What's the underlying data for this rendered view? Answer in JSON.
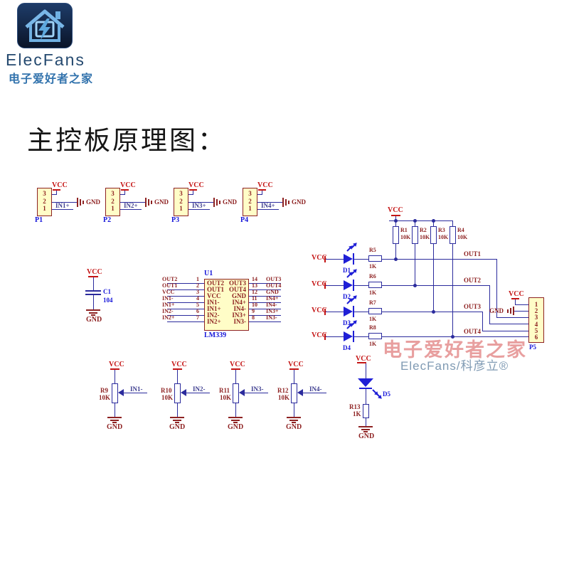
{
  "logo": {
    "brand": "ElecFans",
    "tagline": "电子爱好者之家"
  },
  "title": "主控板原理图：",
  "labels": {
    "vcc": "VCC",
    "gnd": "GND"
  },
  "connectors": {
    "pins": [
      "3",
      "2",
      "1"
    ],
    "items": [
      {
        "ref": "P1",
        "signal": "IN1+"
      },
      {
        "ref": "P2",
        "signal": "IN2+"
      },
      {
        "ref": "P3",
        "signal": "IN3+"
      },
      {
        "ref": "P4",
        "signal": "IN4+"
      }
    ]
  },
  "cap": {
    "ref": "C1",
    "value": "104"
  },
  "ic": {
    "ref": "U1",
    "part": "LM339",
    "left": [
      {
        "num": "1",
        "label": "OUT2"
      },
      {
        "num": "2",
        "label": "OUT1"
      },
      {
        "num": "3",
        "label": "VCC"
      },
      {
        "num": "4",
        "label": "IN1-"
      },
      {
        "num": "5",
        "label": "IN1+"
      },
      {
        "num": "6",
        "label": "IN2-"
      },
      {
        "num": "7",
        "label": "IN2+"
      }
    ],
    "right": [
      {
        "num": "14",
        "label": "OUT3"
      },
      {
        "num": "13",
        "label": "OUT4"
      },
      {
        "num": "12",
        "label": "GND"
      },
      {
        "num": "11",
        "label": "IN4+"
      },
      {
        "num": "10",
        "label": "IN4-"
      },
      {
        "num": "9",
        "label": "IN3+"
      },
      {
        "num": "8",
        "label": "IN3-"
      }
    ]
  },
  "pullups": [
    {
      "ref": "R1",
      "value": "10K"
    },
    {
      "ref": "R2",
      "value": "10K"
    },
    {
      "ref": "R3",
      "value": "10K"
    },
    {
      "ref": "R4",
      "value": "10K"
    }
  ],
  "led_rows": [
    {
      "led": "D1",
      "res": "R5",
      "val": "1K",
      "out": "OUT1"
    },
    {
      "led": "D2",
      "res": "R6",
      "val": "1K",
      "out": "OUT2"
    },
    {
      "led": "D3",
      "res": "R7",
      "val": "1K",
      "out": "OUT3"
    },
    {
      "led": "D4",
      "res": "R8",
      "val": "1K",
      "out": "OUT4"
    }
  ],
  "p5": {
    "ref": "P5",
    "pins": [
      "1",
      "2",
      "3",
      "4",
      "5",
      "6"
    ]
  },
  "pots": [
    {
      "ref": "R9",
      "value": "10K",
      "signal": "IN1-"
    },
    {
      "ref": "R10",
      "value": "10K",
      "signal": "IN2-"
    },
    {
      "ref": "R11",
      "value": "10K",
      "signal": "IN3-"
    },
    {
      "ref": "R12",
      "value": "10K",
      "signal": "IN4-"
    }
  ],
  "indicator": {
    "led": "D5",
    "res": "R13",
    "val": "1K"
  },
  "watermark": {
    "line1": "电子爱好者之家",
    "line2": "ElecFans/科彦立®"
  },
  "colors": {
    "wire": "#2b2b9d",
    "component_border": "#8e2222",
    "component_fill": "#fffdc7",
    "net_label_red": "#8e2222",
    "power_red": "#c41414",
    "designator_blue": "#1616d9",
    "signal_navy": "#3c3c8f",
    "led_blue": "#1f1fd6",
    "watermark_pink": "#e89f9f",
    "watermark_gray": "#7f9ab3",
    "logo_navy": "#14274a",
    "logo_light_blue": "#79b7e8"
  }
}
